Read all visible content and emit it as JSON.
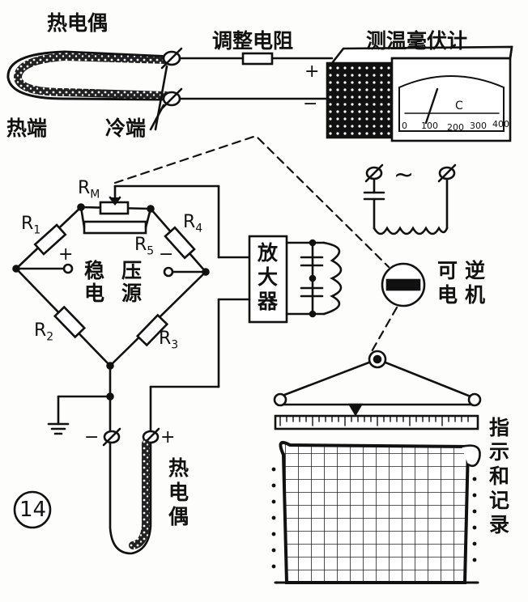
{
  "top": {
    "thermocouple": "热电偶",
    "hot_end": "热端",
    "cold_end": "冷端",
    "adjust_resistor": "调整电阻",
    "millivoltmeter": "测温毫伏计",
    "plus": "+",
    "minus": "−",
    "meter_unit": "C",
    "meter_scale": [
      "0",
      "100",
      "200",
      "300",
      "400"
    ]
  },
  "bridge": {
    "rm": "R",
    "rm_sub": "M",
    "r1": "R",
    "r1_sub": "1",
    "r2": "R",
    "r2_sub": "2",
    "r3": "R",
    "r3_sub": "3",
    "r4": "R",
    "r4_sub": "4",
    "r5": "R",
    "r5_sub": "5",
    "plus": "+",
    "minus": "−",
    "regulated_supply": [
      "稳",
      "压",
      "电",
      "源"
    ]
  },
  "amplifier": [
    "放",
    "大",
    "器"
  ],
  "motor": [
    "可",
    "逆",
    "电",
    "机"
  ],
  "recorder": [
    "指",
    "示",
    "和",
    "记",
    "录"
  ],
  "bottom_thermocouple": [
    "热",
    "电",
    "偶"
  ],
  "bottom_plus": "+",
  "bottom_minus": "−",
  "figure_number": "14",
  "ac_symbol": "~"
}
